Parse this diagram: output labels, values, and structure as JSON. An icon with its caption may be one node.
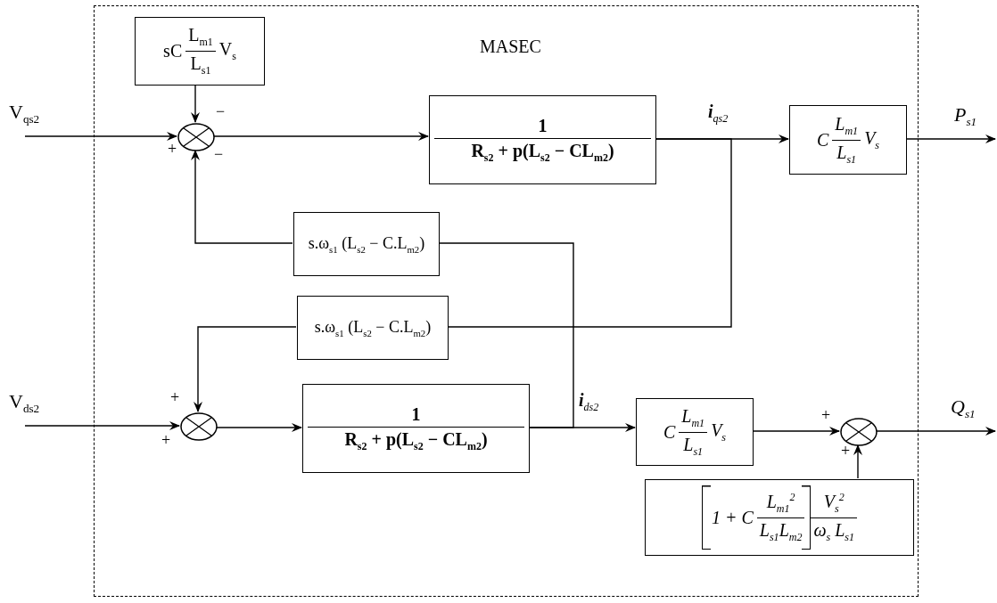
{
  "diagram": {
    "nodes": [
      {
        "text": [
          "MASEC"
        ]
      },
      {
        "text": [
          "sC",
          "L$_{m1}$",
          "L$_{s1}$",
          "V$_{s}$"
        ],
        "in": 0
      },
      {
        "text": [
          "V$_{qs2}$"
        ]
      },
      {
        "text": [],
        "shape": "circle",
        "in": 0,
        "beside": [
          "−",
          "+",
          "−"
        ]
      },
      {
        "text": [
          "1",
          "R$_{s2}$ + p(L$_{s2}$ − CL$_{m2}$)"
        ],
        "in": 0
      },
      {
        "text": [
          "C",
          "L$_{m1}$",
          "L$_{s1}$",
          "V$_{s}$"
        ],
        "in": 0
      },
      {
        "text": [
          "P$_{s1}$"
        ]
      },
      {
        "text": [
          "s.ω$_{s1}$ (L$_{s2}$ − C.L$_{m2}$)"
        ],
        "in": 0
      },
      {
        "text": [
          "s.ω$_{s1}$ (L$_{s2}$ − C.L$_{m2}$)"
        ],
        "in": 0
      },
      {
        "text": [
          "V$_{ds2}$"
        ]
      },
      {
        "text": [],
        "shape": "circle",
        "in": 0,
        "beside": [
          "+",
          "+"
        ]
      },
      {
        "text": [
          "1",
          "R$_{s2}$ + p(L$_{s2}$ − CL$_{m2}$)"
        ],
        "in": 0
      },
      {
        "text": [
          "C",
          "L$_{m1}$",
          "L$_{s1}$",
          "V$_{s}$"
        ],
        "in": 0
      },
      {
        "text": [],
        "shape": "circle",
        "in": 0,
        "beside": [
          "+",
          "+"
        ]
      },
      {
        "text": [
          "Q$_{s1}$"
        ]
      },
      {
        "text": [
          "1 + C",
          "L$_{m1}$$^{2}$",
          "L$_{s1}$L$_{m2}$",
          "V$_{s}$$^{2}$",
          "ω$_{s}$ L$_{s1}$"
        ],
        "in": 0
      }
    ],
    "edges": [
      {
        "from": 1,
        "to": 3,
        "arrow": "to"
      },
      {
        "from": 2,
        "to": 3,
        "arrow": "to"
      },
      {
        "from": 3,
        "to": 4,
        "arrow": "to"
      },
      {
        "from": 4,
        "to": 5,
        "arrow": "to",
        "label": "**i**$_{qs2}$"
      },
      {
        "from": 5,
        "to": 6,
        "arrow": "to"
      },
      {
        "from": 7,
        "to": 3,
        "arrow": "to"
      },
      {
        "from": 4,
        "to": 8,
        "arrow": "none"
      },
      {
        "from": 8,
        "to": 10,
        "arrow": "to"
      },
      {
        "from": 9,
        "to": 10,
        "arrow": "to"
      },
      {
        "from": 10,
        "to": 11,
        "arrow": "to"
      },
      {
        "from": 11,
        "to": 12,
        "arrow": "to",
        "label": "**i**$_{ds2}$"
      },
      {
        "from": 11,
        "to": 7,
        "arrow": "none"
      },
      {
        "from": 12,
        "to": 13,
        "arrow": "to"
      },
      {
        "from": 15,
        "to": 13,
        "arrow": "to"
      },
      {
        "from": 13,
        "to": 14,
        "arrow": "to"
      }
    ]
  }
}
